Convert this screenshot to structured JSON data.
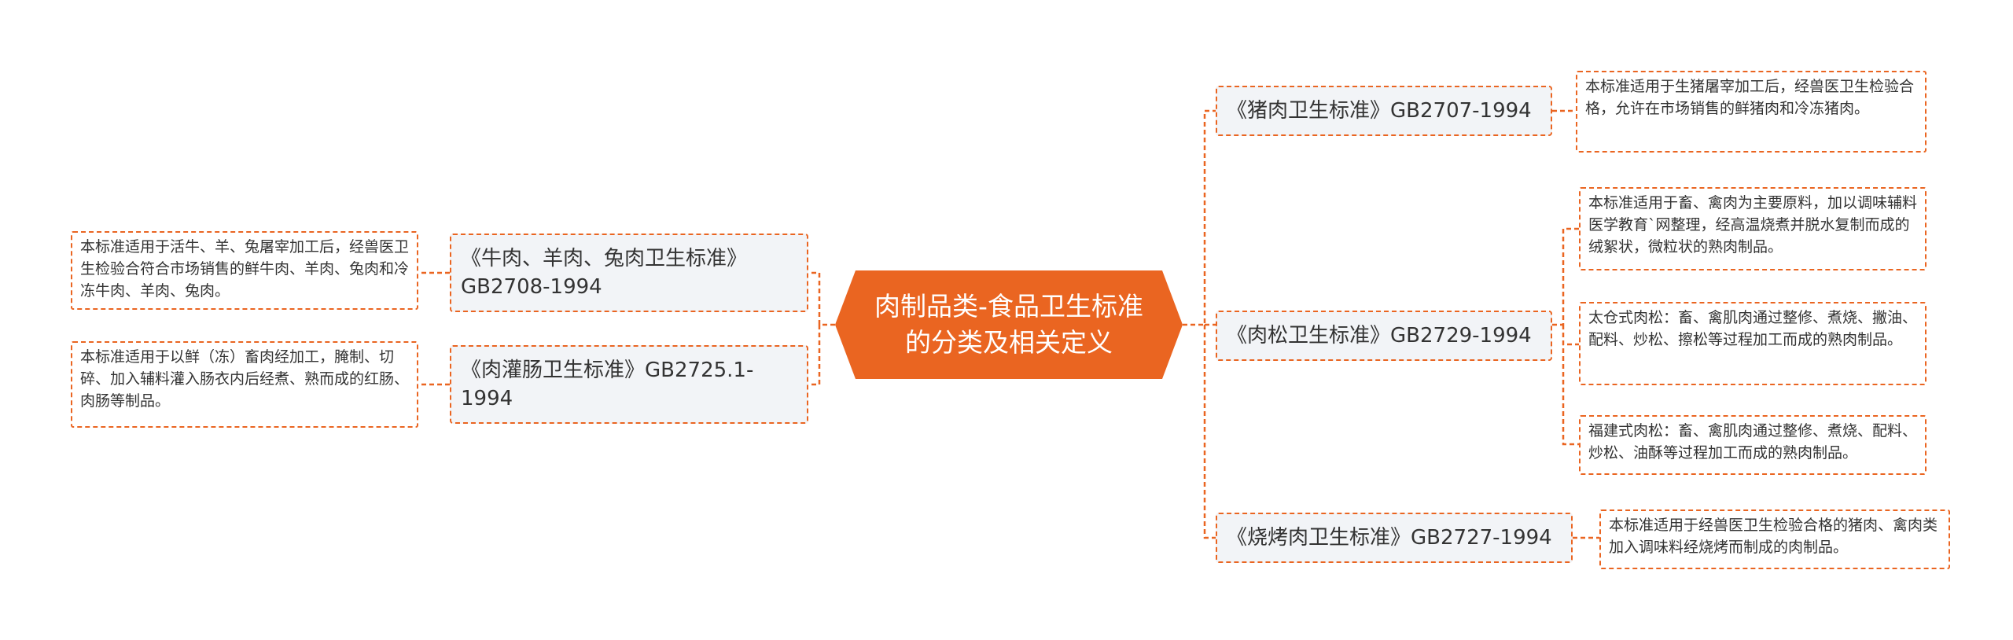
{
  "title": "肉制品类-食品卫生标准的分类及相关定义",
  "colors": {
    "accent": "#ea6521",
    "node_fill": "#f2f4f7",
    "text": "#333333"
  },
  "left": [
    {
      "standard": "《牛肉、羊肉、兔肉卫生标准》GB2708-1994",
      "descriptions": [
        "本标准适用于活牛、羊、兔屠宰加工后，经兽医卫生检验合符合市场销售的鲜牛肉、羊肉、兔肉和冷冻牛肉、羊肉、兔肉。"
      ]
    },
    {
      "standard": "《肉灌肠卫生标准》GB2725.1-1994",
      "descriptions": [
        "本标准适用于以鲜（冻）畜肉经加工，腌制、切碎、加入辅料灌入肠衣内后经煮、熟而成的红肠、肉肠等制品。"
      ]
    }
  ],
  "right": [
    {
      "standard": "《猪肉卫生标准》GB2707-1994",
      "descriptions": [
        "本标准适用于生猪屠宰加工后，经兽医卫生检验合格，允许在市场销售的鲜猪肉和冷冻猪肉。"
      ]
    },
    {
      "standard": "《肉松卫生标准》GB2729-1994",
      "descriptions": [
        "本标准适用于畜、禽肉为主要原料，加以调味辅料医学教育`网整理，经高温烧煮并脱水复制而成的绒絮状，微粒状的熟肉制品。",
        "太仓式肉松：畜、禽肌肉通过整修、煮烧、撇油、配料、炒松、擦松等过程加工而成的熟肉制品。",
        "福建式肉松：畜、禽肌肉通过整修、煮烧、配料、炒松、油酥等过程加工而成的熟肉制品。"
      ]
    },
    {
      "standard": "《烧烤肉卫生标准》GB2727-1994",
      "descriptions": [
        "本标准适用于经兽医卫生检验合格的猪肉、禽肉类加入调味料经烧烤而制成的肉制品。"
      ]
    }
  ]
}
